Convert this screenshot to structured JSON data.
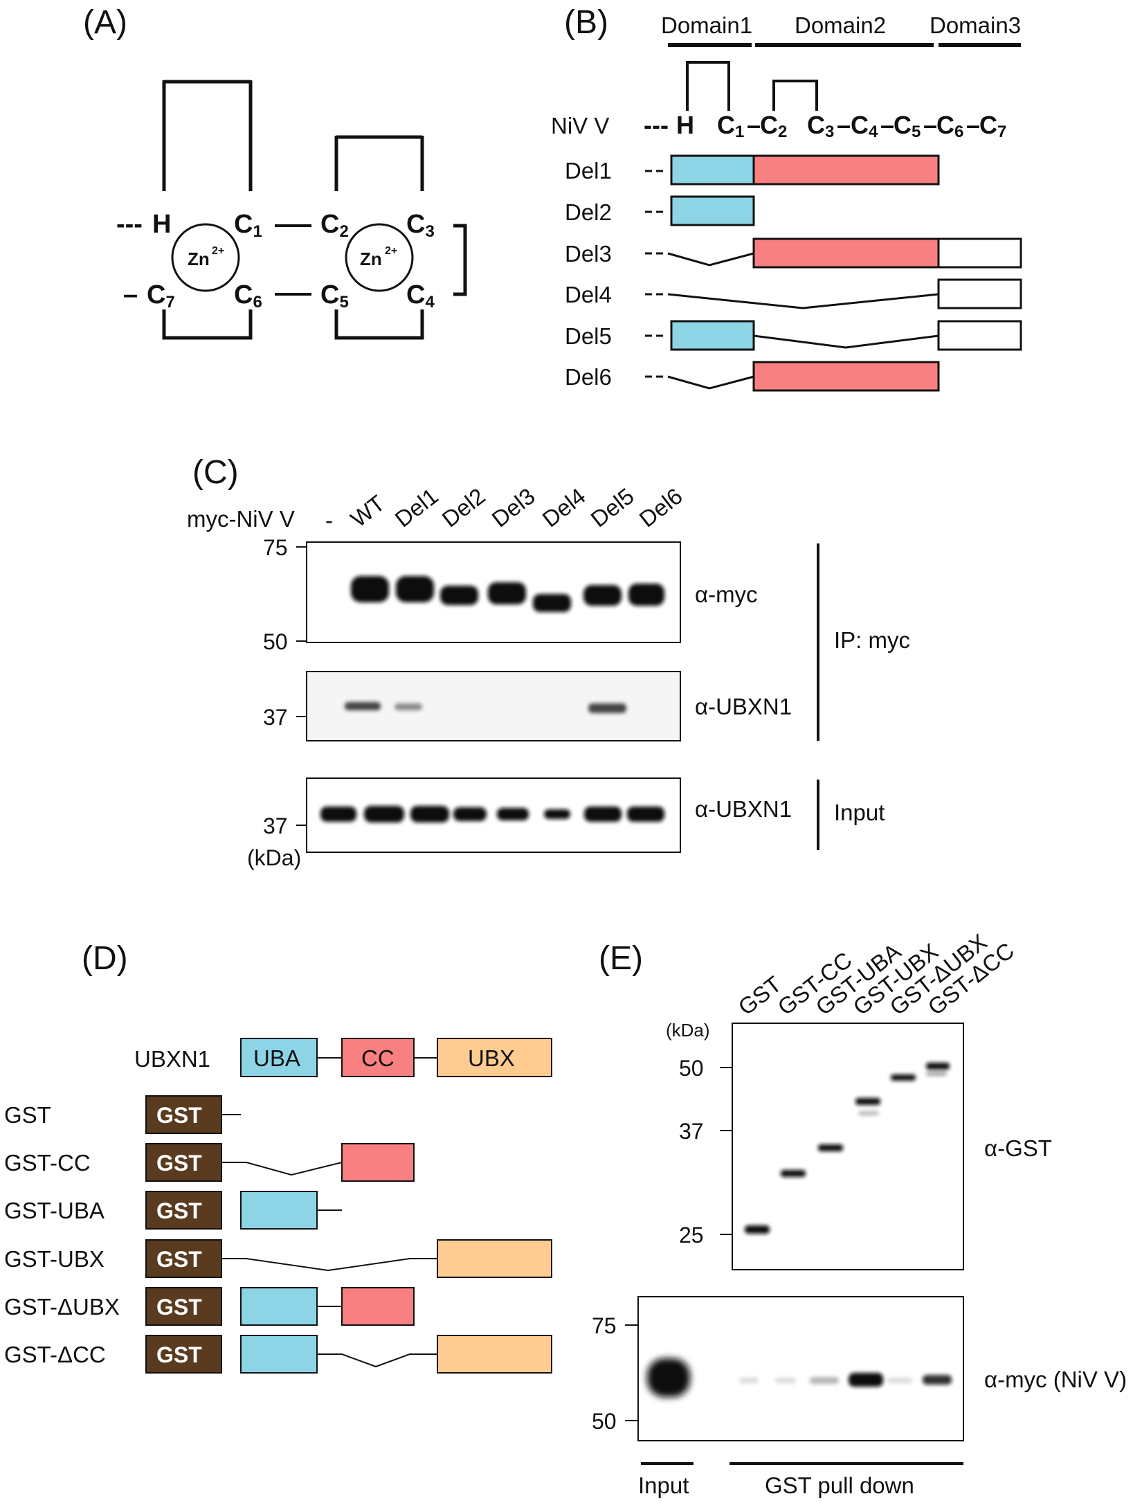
{
  "panels": {
    "a": "(A)",
    "b": "(B)",
    "c": "(C)",
    "d": "(D)",
    "e": "(E)"
  },
  "panel_a": {
    "dots": "---",
    "dash": "–",
    "zinc": "Zn",
    "zinc_charge": "2+",
    "histidine": "H",
    "cys": "C",
    "sub1": "1",
    "sub2": "2",
    "sub3": "3",
    "sub4": "4",
    "sub5": "5",
    "sub6": "6",
    "sub7": "7"
  },
  "panel_b": {
    "domains": [
      "Domain1",
      "Domain2",
      "Domain3"
    ],
    "construct_label": "NiV V",
    "dashes": "---",
    "histidine": "H",
    "cys": "C",
    "dash": "–",
    "sub1": "1",
    "sub2": "2",
    "sub3": "3",
    "sub4": "4",
    "sub5": "5",
    "sub6": "6",
    "sub7": "7",
    "rows": [
      "Del1",
      "Del2",
      "Del3",
      "Del4",
      "Del5",
      "Del6"
    ]
  },
  "panel_c": {
    "row_label": "myc-NiV V",
    "lanes": [
      "-",
      "WT",
      "Del1",
      "Del2",
      "Del3",
      "Del4",
      "Del5",
      "Del6"
    ],
    "blots": [
      {
        "antibody": "α-myc",
        "markers": [
          "75",
          "50"
        ]
      },
      {
        "antibody": "α-UBXN1",
        "markers": [
          "37"
        ]
      },
      {
        "antibody": "α-UBXN1",
        "markers": [
          "37"
        ]
      }
    ],
    "unit": "(kDa)",
    "groups": [
      "IP: myc",
      "Input"
    ]
  },
  "panel_d": {
    "protein": "UBXN1",
    "domains": [
      "UBA",
      "CC",
      "UBX"
    ],
    "tag": "GST",
    "constructs": [
      "GST",
      "GST-CC",
      "GST-UBA",
      "GST-UBX",
      "GST-ΔUBX",
      "GST-ΔCC"
    ]
  },
  "panel_e": {
    "lanes": [
      "GST",
      "GST-CC",
      "GST-UBA",
      "GST-UBX",
      "GST-ΔUBX",
      "GST-ΔCC"
    ],
    "unit": "(kDa)",
    "blots": [
      {
        "antibody": "α-GST",
        "markers": [
          "50",
          "37",
          "25"
        ]
      },
      {
        "antibody": "α-myc (NiV V)",
        "markers": [
          "75",
          "50"
        ]
      }
    ],
    "groups": [
      "Input",
      "GST pull down"
    ]
  },
  "colors": {
    "domain1": "#8dd5e6",
    "domain2": "#f88080",
    "domain3": "#ffffff",
    "uba": "#8dd5e6",
    "cc": "#f88080",
    "ubx": "#fecb90",
    "gst_tag": "#5a3b1f"
  }
}
